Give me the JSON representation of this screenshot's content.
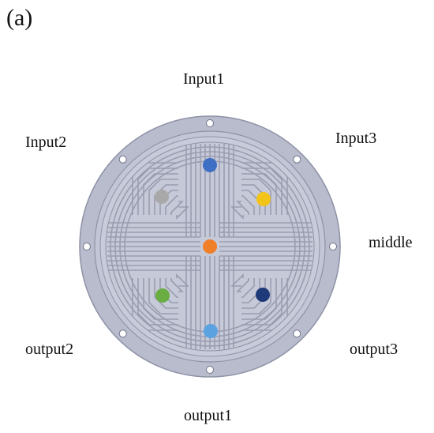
{
  "panel_label": "(a)",
  "ports": {
    "input1": "Input1",
    "input2": "Input2",
    "input3": "Input3",
    "middle": "middle",
    "output1": "output1",
    "output2": "output2",
    "output3": "output3"
  },
  "colors": {
    "plate": "#b9bccd",
    "plate_edge": "#8e92a6",
    "ring": "#c8cbd9",
    "channel": "#9a9db0",
    "rib": "#d3d5e1",
    "input1_dot": "#3f6fc4",
    "input2_dot": "#a9a9a9",
    "input3_dot": "#f2c418",
    "middle_dot": "#f07f2a",
    "output1_dot": "#5aa3e0",
    "output2_dot": "#69ad43",
    "output3_dot": "#1e3a78",
    "bolt_hole": "#ffffff"
  }
}
